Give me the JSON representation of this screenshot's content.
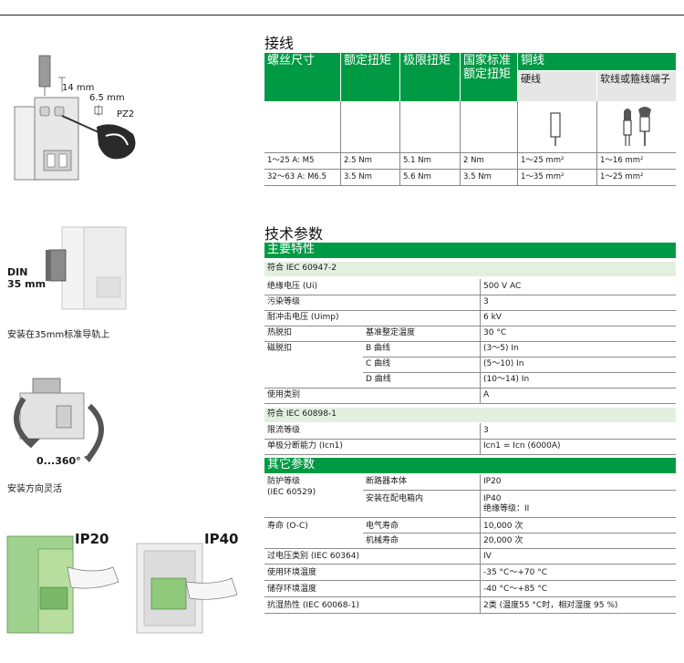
{
  "illustrations": {
    "wiring": {
      "dim1": "14 mm",
      "dim2": "6.5 mm",
      "tool": "PZ2"
    },
    "din": {
      "label_line1": "DIN",
      "label_line2": "35 mm",
      "caption": "安装在35mm标准导轨上"
    },
    "rotate": {
      "angle": "0...360°",
      "caption": "安装方向灵活"
    },
    "ip": {
      "left": "IP20",
      "right": "IP40"
    }
  },
  "wiring": {
    "title": "接线",
    "headers": {
      "screw": "螺丝尺寸",
      "rated_torque": "额定扭矩",
      "limit_torque": "极限扭矩",
      "national_line1": "国家标准",
      "national_line2": "额定扭矩",
      "copper": "铜线"
    },
    "sub_headers": {
      "hard": "硬线",
      "soft": "软线或箍线端子"
    },
    "rows": [
      {
        "screw": "1～25 A: M5",
        "rated": "2.5 Nm",
        "limit": "5.1 Nm",
        "national": "2 Nm",
        "hard": "1～25 mm²",
        "soft": "1～16 mm²"
      },
      {
        "screw": "32～63 A: M6.5",
        "rated": "3.5 Nm",
        "limit": "5.6 Nm",
        "national": "3.5 Nm",
        "hard": "1～35 mm²",
        "soft": "1～25 mm²"
      }
    ]
  },
  "tech": {
    "title": "技术参数",
    "main_group": "主要特性",
    "std1": "符合 IEC 60947-2",
    "rows1": [
      {
        "label": "绝缘电压 (Ui)",
        "sub": "",
        "value": "500 V AC"
      },
      {
        "label": "污染等级",
        "sub": "",
        "value": "3"
      },
      {
        "label": "耐冲击电压 (Uimp)",
        "sub": "",
        "value": "6 kV"
      },
      {
        "label": "热脱扣",
        "sub": "基准整定温度",
        "value": "30 °C"
      },
      {
        "label": "磁脱扣",
        "sub": "B 曲线",
        "value": "(3～5) In"
      },
      {
        "label": "",
        "sub": "C 曲线",
        "value": "(5～10) In"
      },
      {
        "label": "",
        "sub": "D 曲线",
        "value": "(10～14) In"
      },
      {
        "label": "使用类别",
        "sub": "",
        "value": "A"
      }
    ],
    "std2": "符合 IEC 60898-1",
    "rows2": [
      {
        "label": "限流等级",
        "value": "3"
      },
      {
        "label": "单极分断能力 (Icn1)",
        "value": "Icn1 = Icn (6000A)"
      }
    ],
    "other_group": "其它参数",
    "protection": {
      "label_line1": "防护等级",
      "label_line2": "(IEC 60529)",
      "sub1": "断路器本体",
      "val1": "IP20",
      "sub2": "安装在配电箱内",
      "val2_line1": "IP40",
      "val2_line2": "绝缘等级：II"
    },
    "life": {
      "label": "寿命 (O-C)",
      "sub1": "电气寿命",
      "val1": "10,000 次",
      "sub2": "机械寿命",
      "val2": "20,000 次"
    },
    "rows3": [
      {
        "label": "过电压类别 (IEC 60364)",
        "value": "IV"
      },
      {
        "label": "使用环境温度",
        "value": "-35 °C～+70 °C"
      },
      {
        "label": "储存环境温度",
        "value": "-40 °C～+85 °C"
      },
      {
        "label": "抗湿热性 (IEC 60068-1)",
        "value": "2类 (温度55 °C时，相对湿度 95 %)"
      }
    ]
  }
}
